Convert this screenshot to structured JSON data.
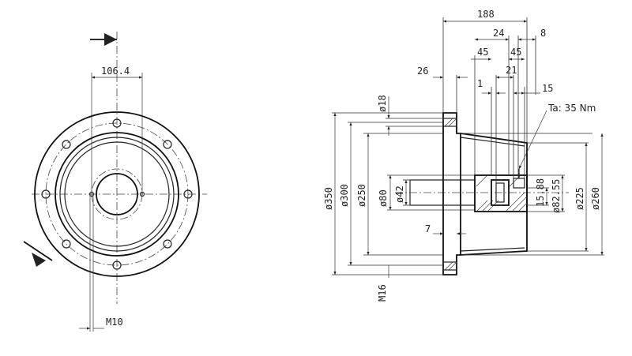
{
  "front_view": {
    "dim_top": "106.4",
    "dim_bottom": "M10"
  },
  "section_view": {
    "dims_horizontal": {
      "overall": "188",
      "d24": "24",
      "d8": "8",
      "d45a": "45",
      "d45b": "45",
      "d26": "26",
      "d1": "1",
      "d21": "21",
      "d15": "15",
      "d7": "7"
    },
    "dims_vertical_left": {
      "d18": "ø18",
      "d350": "ø350",
      "d300": "ø300",
      "d250": "ø250",
      "d80": "ø80",
      "d42": "ø42",
      "m16": "M16"
    },
    "dims_vertical_right": {
      "d15_88": "15.88",
      "d82_55": "ø82.55",
      "d225": "ø225",
      "d260": "ø260"
    },
    "torque_note": "Ta: 35 Nm"
  }
}
